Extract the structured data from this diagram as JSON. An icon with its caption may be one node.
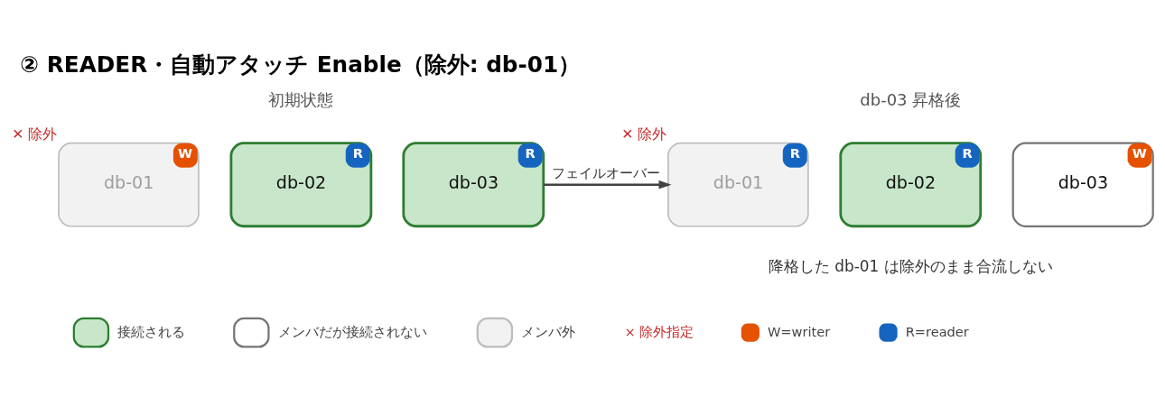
{
  "diagram": {
    "title": "② READER・自動アタッチ Enable（除外: db-01）",
    "nodes": [
      {
        "text": [
          "db-01",
          "W"
        ],
        "beside": [
          "✕ 除外"
        ]
      },
      {
        "text": [
          "db-02",
          "R"
        ]
      },
      {
        "text": [
          "db-03",
          "R"
        ]
      },
      {
        "text": [
          "db-01",
          "R"
        ],
        "beside": [
          "✕ 除外"
        ]
      },
      {
        "text": [
          "db-02",
          "R"
        ]
      },
      {
        "text": [
          "db-03",
          "W"
        ]
      }
    ],
    "edges": [
      {
        "from": 2,
        "to": 3,
        "arrow": "to",
        "label": "フェイルオーバー"
      }
    ],
    "labels": [
      "初期状態",
      "db-03 昇格後",
      "降格した db-01 は除外のまま合流しない"
    ],
    "legend": [
      {
        "text": "接続される",
        "color": "#c8e6c9"
      },
      {
        "text": "メンバだが接続されない",
        "color": "#ffffff"
      },
      {
        "text": "メンバ外",
        "color": "#f2f2f2"
      },
      {
        "text": "× 除外指定"
      },
      {
        "text": "W=writer",
        "color": "#e65100"
      },
      {
        "text": "R=reader",
        "color": "#1565c0"
      }
    ]
  }
}
